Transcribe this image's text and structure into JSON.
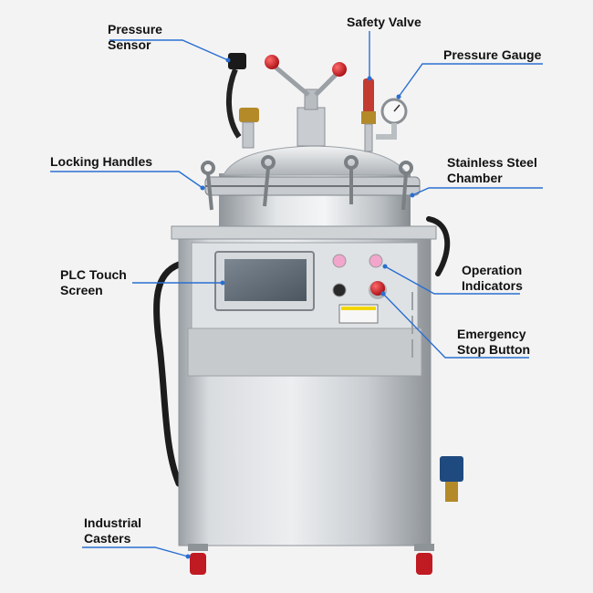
{
  "labels": {
    "pressure_sensor": "Pressure\nSensor",
    "safety_valve": "Safety Valve",
    "pressure_gauge": "Pressure Gauge",
    "locking_handles": "Locking Handles",
    "stainless_chamber": "Stainless Steel\nChamber",
    "plc_screen": "PLC Touch\nScreen",
    "operation_indicators": "Operation\nIndicators",
    "emergency_stop": "Emergency\nStop Button",
    "industrial_casters": "Industrial\nCasters"
  },
  "colors": {
    "callout_line": "#2a6fd1",
    "background": "#f3f3f3",
    "steel_light": "#e4e6e8",
    "steel_mid": "#c4c8cc",
    "steel_dark": "#8d9297",
    "screen": "#5c6772",
    "knob_red": "#c8141c",
    "indicator_pink": "#f2a6cc",
    "hose": "#1c1c1c",
    "wheel_red": "#c01a22",
    "solenoid_blue": "#1f4a80",
    "warning_yellow": "#f2d600"
  }
}
